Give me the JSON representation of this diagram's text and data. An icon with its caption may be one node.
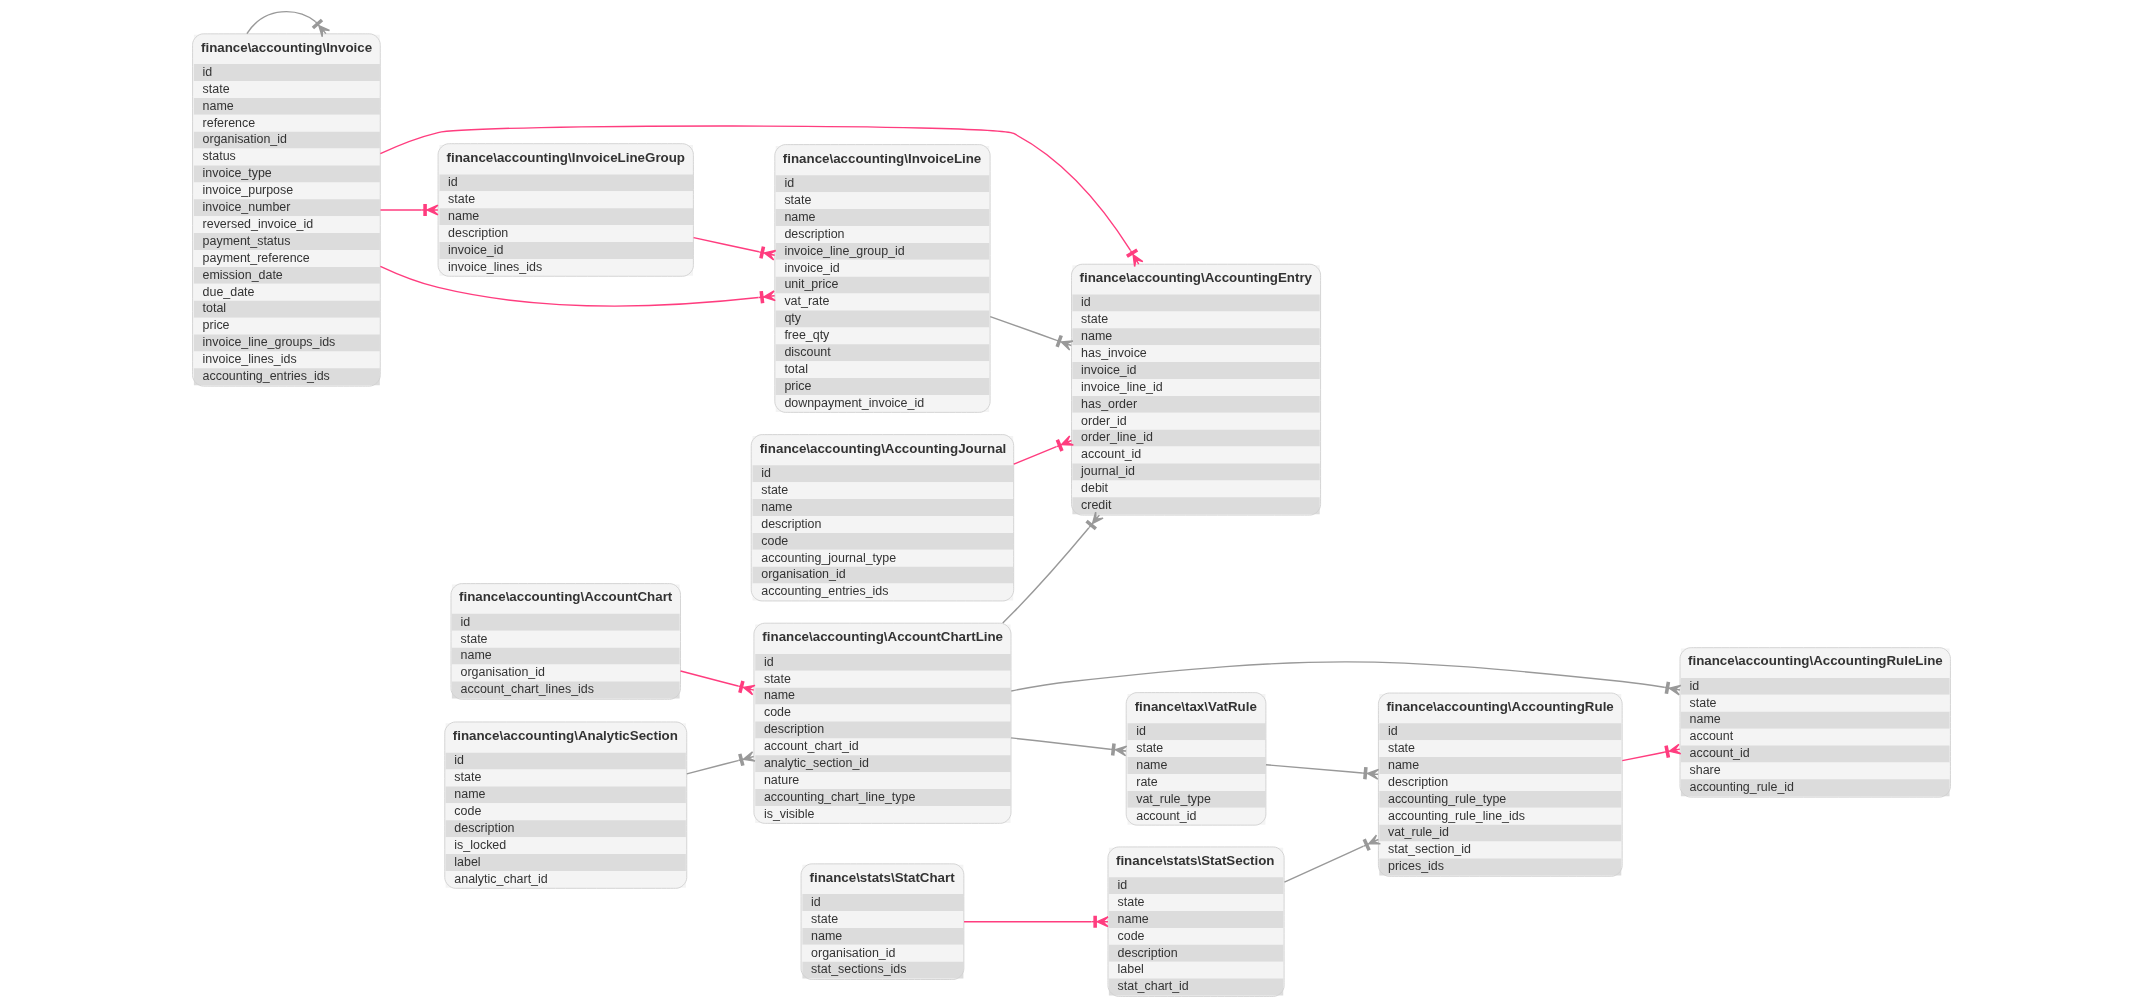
{
  "diagram": {
    "nodes": [
      {
        "text": [
          "finance\\accounting\\InvoiceLineGroup",
          "id",
          "state",
          "name",
          "description",
          "invoice_id",
          "invoice_lines_ids"
        ]
      },
      {
        "text": [
          "finance\\accounting\\Invoice",
          "id",
          "state",
          "name",
          "reference",
          "organisation_id",
          "status",
          "invoice_type",
          "invoice_purpose",
          "invoice_number",
          "reversed_invoice_id",
          "payment_status",
          "payment_reference",
          "emission_date",
          "due_date",
          "total",
          "price",
          "invoice_line_groups_ids",
          "invoice_lines_ids",
          "accounting_entries_ids"
        ]
      },
      {
        "text": [
          "finance\\accounting\\AccountChart",
          "id",
          "state",
          "name",
          "organisation_id",
          "account_chart_lines_ids"
        ]
      },
      {
        "text": [
          "finance\\accounting\\InvoiceLine",
          "id",
          "state",
          "name",
          "description",
          "invoice_line_group_id",
          "invoice_id",
          "unit_price",
          "vat_rate",
          "qty",
          "free_qty",
          "discount",
          "total",
          "price",
          "downpayment_invoice_id"
        ]
      },
      {
        "text": [
          "finance\\accounting\\AccountChartLine",
          "id",
          "state",
          "name",
          "code",
          "description",
          "account_chart_id",
          "analytic_section_id",
          "nature",
          "accounting_chart_line_type",
          "is_visible"
        ]
      },
      {
        "text": [
          "finance\\accounting\\AnalyticSection",
          "id",
          "state",
          "name",
          "code",
          "description",
          "is_locked",
          "label",
          "analytic_chart_id"
        ]
      },
      {
        "text": [
          "finance\\accounting\\AccountingEntry",
          "id",
          "state",
          "name",
          "has_invoice",
          "invoice_id",
          "invoice_line_id",
          "has_order",
          "order_id",
          "order_line_id",
          "account_id",
          "journal_id",
          "debit",
          "credit"
        ]
      },
      {
        "text": [
          "finance\\accounting\\AccountingRuleLine",
          "id",
          "state",
          "name",
          "account",
          "account_id",
          "share",
          "accounting_rule_id"
        ]
      },
      {
        "text": [
          "finance\\tax\\VatRule",
          "id",
          "state",
          "name",
          "rate",
          "vat_rule_type",
          "account_id"
        ]
      },
      {
        "text": [
          "finance\\accounting\\AccountingJournal",
          "id",
          "state",
          "name",
          "description",
          "code",
          "accounting_journal_type",
          "organisation_id",
          "accounting_entries_ids"
        ]
      },
      {
        "text": [
          "finance\\accounting\\AccountingRule",
          "id",
          "state",
          "name",
          "description",
          "accounting_rule_type",
          "accounting_rule_line_ids",
          "vat_rule_id",
          "stat_section_id",
          "prices_ids"
        ]
      },
      {
        "text": [
          "finance\\stats\\StatSection",
          "id",
          "state",
          "name",
          "code",
          "description",
          "label",
          "stat_chart_id"
        ]
      },
      {
        "text": [
          "finance\\stats\\StatChart",
          "id",
          "state",
          "name",
          "organisation_id",
          "stat_sections_ids"
        ]
      }
    ],
    "edges": [
      {
        "from": 0,
        "to": 3,
        "arrow": "other",
        "color": "#ff3d7f"
      },
      {
        "from": 1,
        "to": 0,
        "arrow": "other",
        "color": "#ff3d7f"
      },
      {
        "from": 1,
        "to": 1,
        "arrow": "other",
        "color": "#999999"
      },
      {
        "from": 1,
        "to": 3,
        "arrow": "other",
        "color": "#ff3d7f"
      },
      {
        "from": 1,
        "to": 6,
        "arrow": "other",
        "color": "#ff3d7f"
      },
      {
        "from": 3,
        "to": 6,
        "arrow": "other",
        "color": "#999999"
      },
      {
        "from": 9,
        "to": 6,
        "arrow": "other",
        "color": "#ff3d7f"
      },
      {
        "from": 4,
        "to": 6,
        "arrow": "other",
        "color": "#999999"
      },
      {
        "from": 2,
        "to": 4,
        "arrow": "other",
        "color": "#ff3d7f"
      },
      {
        "from": 4,
        "to": 7,
        "arrow": "other",
        "color": "#999999"
      },
      {
        "from": 5,
        "to": 4,
        "arrow": "other",
        "color": "#999999"
      },
      {
        "from": 4,
        "to": 8,
        "arrow": "other",
        "color": "#999999"
      },
      {
        "from": 10,
        "to": 7,
        "arrow": "other",
        "color": "#ff3d7f"
      },
      {
        "from": 8,
        "to": 10,
        "arrow": "other",
        "color": "#999999"
      },
      {
        "from": 11,
        "to": 10,
        "arrow": "other",
        "color": "#999999"
      },
      {
        "from": 12,
        "to": 11,
        "arrow": "other",
        "color": "#ff3d7f"
      }
    ]
  }
}
